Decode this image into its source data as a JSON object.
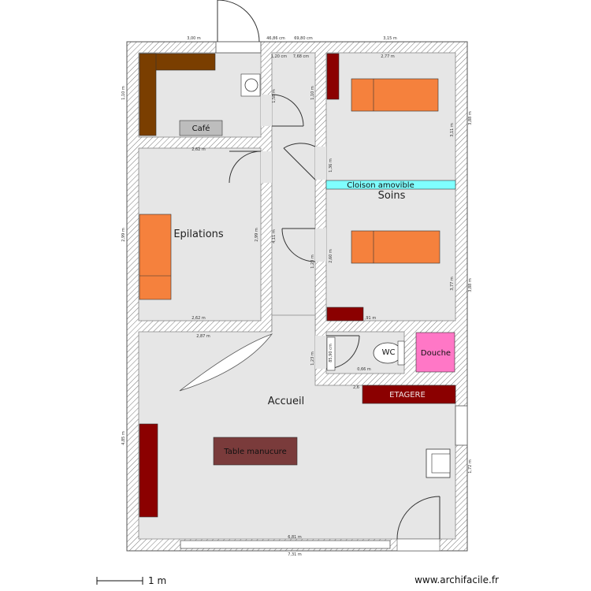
{
  "rooms": {
    "cafe": "Café",
    "epilations": "Epilations",
    "soins": "Soins",
    "accueil": "Accueil",
    "wc": "WC",
    "douche": "Douche"
  },
  "labels": {
    "cloison": "Cloison amovible",
    "etagere": "ETAGERE",
    "table": "Table manucure"
  },
  "dimensions": {
    "d01": "3,00 m",
    "d02": "46,86 cm",
    "d03": "69,80 cm",
    "d04": "3,15 m",
    "d05": "1,20 cm",
    "d06": "7,68 cm",
    "d07": "2,77 m",
    "d08": "2,62 m",
    "d09": "1,10 m",
    "d10": "3,11 m",
    "d11": "1,58 m",
    "d12": "1,36 m",
    "d13": "2,62 m",
    "d14": "2,87 m",
    "d15": "4,11 m",
    "d16": "2,60 m",
    "d17": "3,77 m",
    "d18": ",91 m",
    "d19": "1,23 m",
    "d20": "0,66 m",
    "d21": "2,6",
    "d22": "4,85 m",
    "d23": "6,81 m",
    "d24": "7,31 m",
    "d25": "1,72 m",
    "d26": "85,90 cm",
    "d27": "2,99 m",
    "d28": "3,88 m"
  },
  "scale": {
    "label": "1 m"
  },
  "site": {
    "label": "www.archifacile.fr"
  }
}
